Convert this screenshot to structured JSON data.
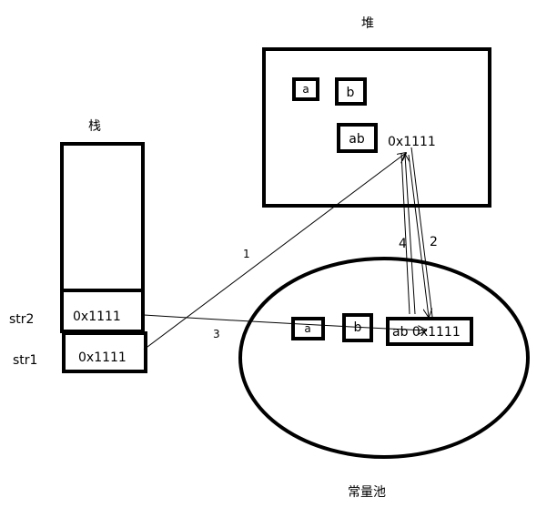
{
  "labels": {
    "heap": "堆",
    "stack": "栈",
    "constant_pool": "常量池"
  },
  "heap": {
    "items": [
      "a",
      "b",
      "ab"
    ],
    "address": "0x1111"
  },
  "stack": {
    "str2_name": "str2",
    "str2_value": "0x1111",
    "str1_name": "str1",
    "str1_value": "0x1111"
  },
  "pool": {
    "items": [
      "a",
      "b"
    ],
    "ab_cell": "ab 0x1111"
  },
  "arrows": {
    "one": "1",
    "two": "2",
    "three": "3",
    "four": "4"
  }
}
